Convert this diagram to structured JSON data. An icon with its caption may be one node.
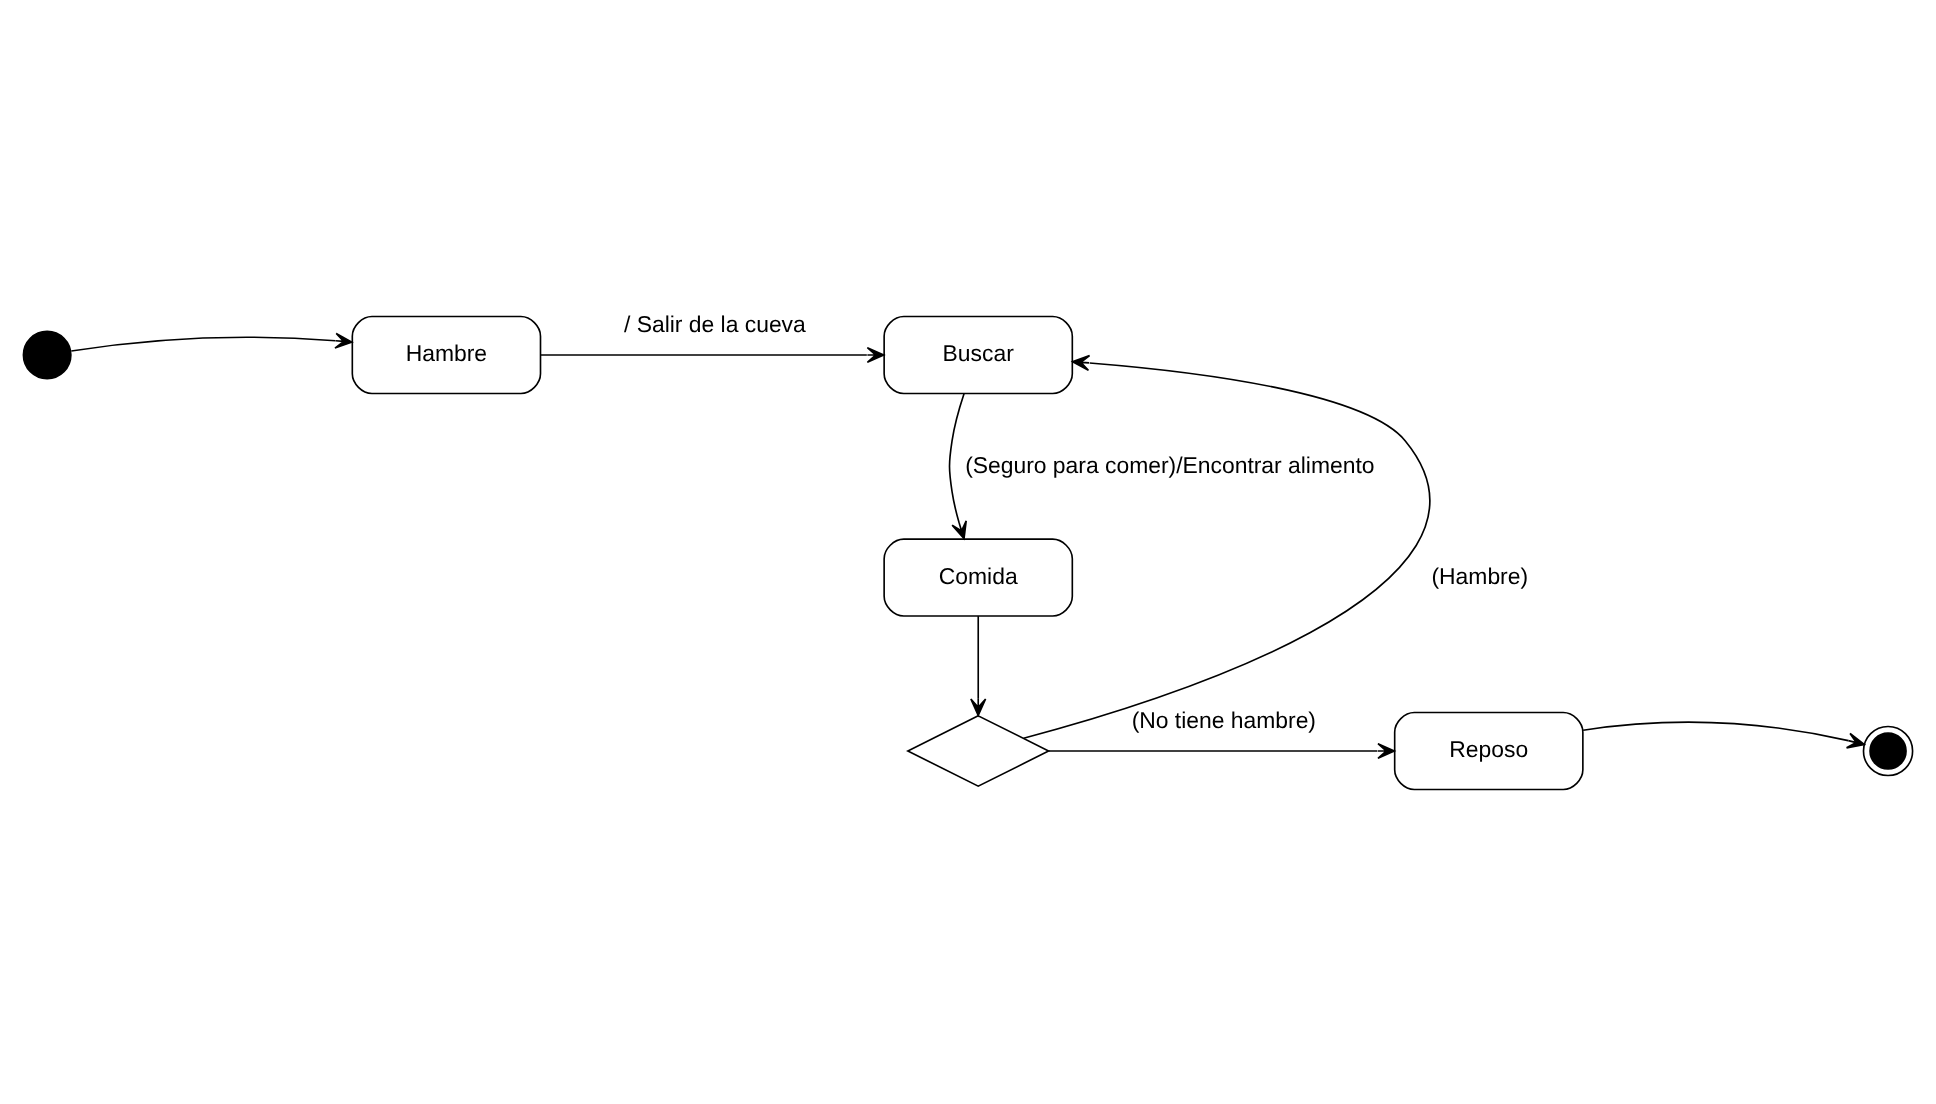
{
  "diagram": {
    "nodes": [
      {
        "text": [],
        "shape": "circle"
      },
      {
        "text": [
          "Hambre"
        ]
      },
      {
        "text": [
          "Buscar"
        ]
      },
      {
        "text": [
          "Comida"
        ]
      },
      {
        "text": [],
        "shape": "diamond"
      },
      {
        "text": [
          "Reposo"
        ]
      },
      {
        "text": [],
        "shape": "bullseye"
      }
    ],
    "edges": [
      {
        "from": 0,
        "to": 1,
        "arrow": "to"
      },
      {
        "from": 1,
        "to": 2,
        "arrow": "to",
        "label": "/ Salir de la cueva"
      },
      {
        "from": 2,
        "to": 3,
        "arrow": "to",
        "label": "(Seguro para comer)/Encontrar alimento"
      },
      {
        "from": 3,
        "to": 4,
        "arrow": "to"
      },
      {
        "from": 4,
        "to": 2,
        "arrow": "to",
        "label": "(Hambre)"
      },
      {
        "from": 4,
        "to": 5,
        "arrow": "to",
        "label": "(No tiene hambre)"
      },
      {
        "from": 5,
        "to": 6,
        "arrow": "to"
      }
    ]
  }
}
